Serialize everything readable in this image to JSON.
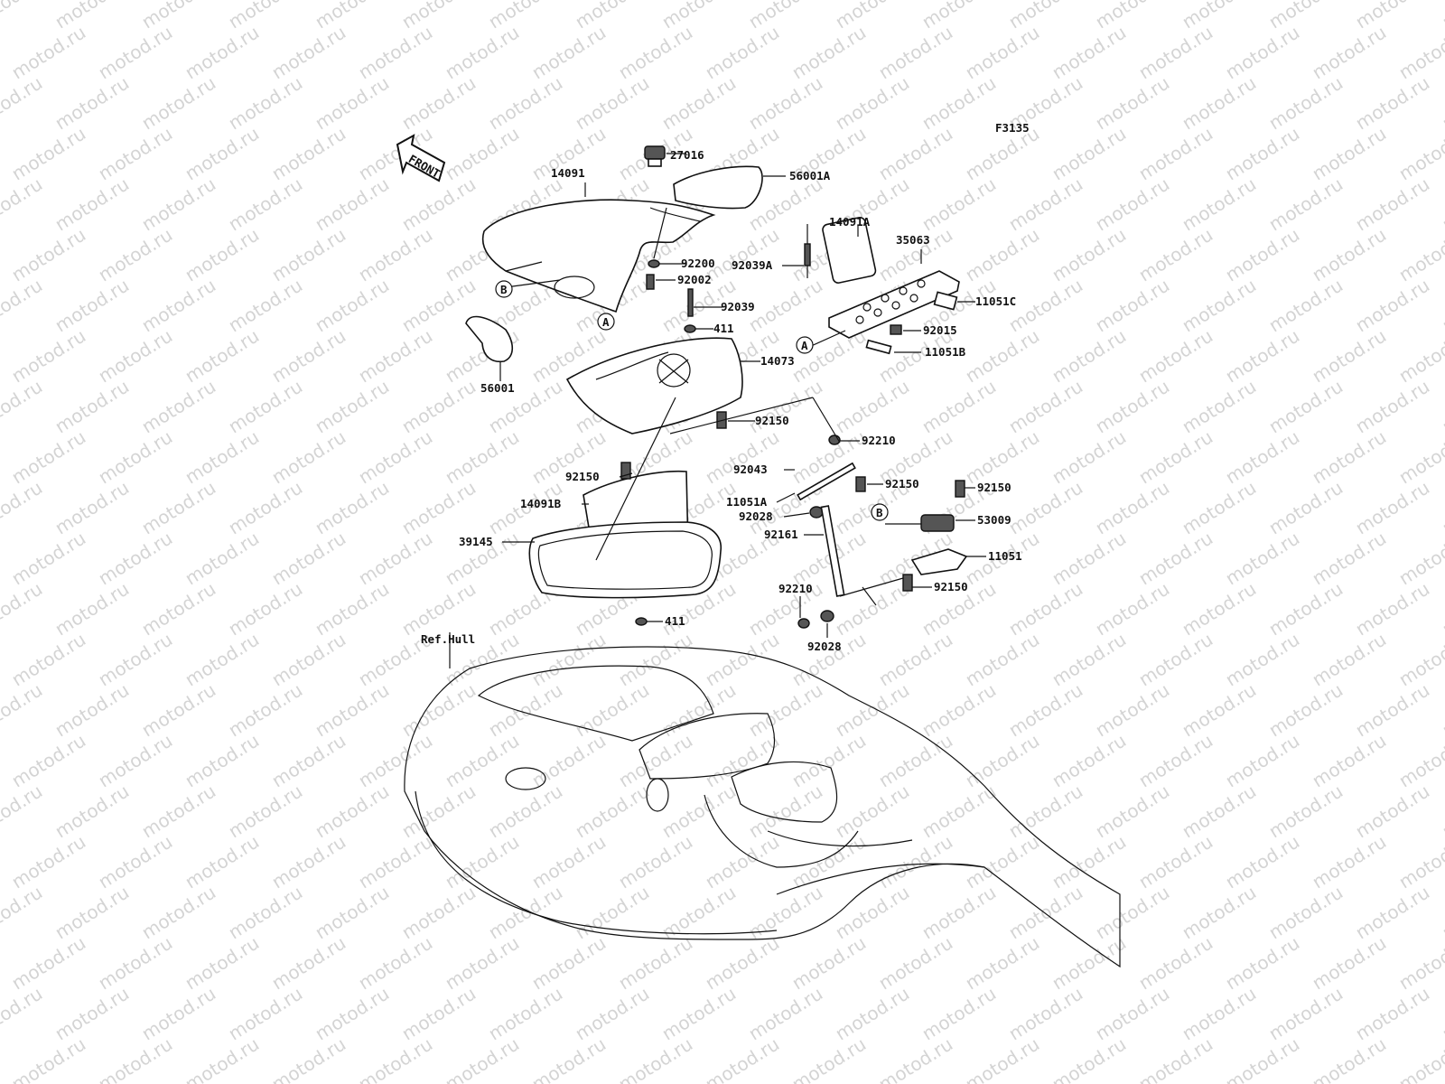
{
  "diagram_code": "F3135",
  "front_arrow_label": "FRONT",
  "reference_label": "Ref.Hull",
  "watermark": "motod.ru",
  "callout_letters": {
    "a": "A",
    "b": "B"
  },
  "parts": {
    "p27016": "27016",
    "p56001A": "56001A",
    "p14091": "14091",
    "p14091A": "14091A",
    "p35063": "35063",
    "p92200": "92200",
    "p92039A": "92039A",
    "p92002": "92002",
    "p92039": "92039",
    "p11051C": "11051C",
    "p411_top": "411",
    "p92015": "92015",
    "p11051B": "11051B",
    "p14073": "14073",
    "p56001": "56001",
    "p92150_a": "92150",
    "p92210_a": "92210",
    "p92043": "92043",
    "p92150_b": "92150",
    "p92150_c": "92150",
    "p92150_d": "92150",
    "p11051A": "11051A",
    "p14091B": "14091B",
    "p92028_a": "92028",
    "p53009": "53009",
    "p92161": "92161",
    "p39145": "39145",
    "p11051": "11051",
    "p92210_b": "92210",
    "p92150_e": "92150",
    "p411_bot": "411",
    "p92028_b": "92028"
  }
}
